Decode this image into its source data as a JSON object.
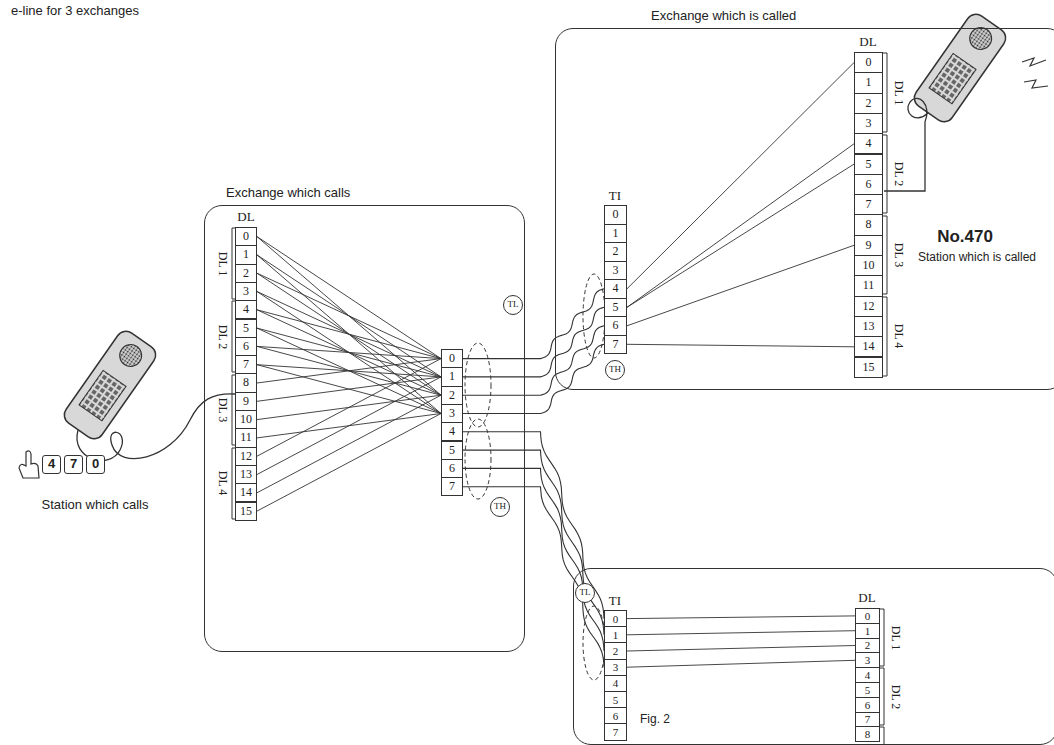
{
  "diagram": {
    "title": "e-line for 3 exchanges",
    "caption": "Fig. 2",
    "nodes": [
      {
        "text": [
          "Exchange which calls"
        ]
      },
      {
        "text": [
          "0"
        ],
        "in": 0
      },
      {
        "text": [
          "1"
        ],
        "in": 0
      },
      {
        "text": [
          "2"
        ],
        "in": 0
      },
      {
        "text": [
          "3"
        ],
        "in": 0
      },
      {
        "text": [
          "4"
        ],
        "in": 0
      },
      {
        "text": [
          "5"
        ],
        "in": 0
      },
      {
        "text": [
          "6"
        ],
        "in": 0
      },
      {
        "text": [
          "7"
        ],
        "in": 0
      },
      {
        "text": [
          "8"
        ],
        "in": 0
      },
      {
        "text": [
          "9"
        ],
        "in": 0
      },
      {
        "text": [
          "10"
        ],
        "in": 0
      },
      {
        "text": [
          "11"
        ],
        "in": 0
      },
      {
        "text": [
          "12"
        ],
        "in": 0
      },
      {
        "text": [
          "13"
        ],
        "in": 0
      },
      {
        "text": [
          "14"
        ],
        "in": 0
      },
      {
        "text": [
          "15"
        ],
        "in": 0
      },
      {
        "text": [
          "0"
        ],
        "in": 0
      },
      {
        "text": [
          "1"
        ],
        "in": 0
      },
      {
        "text": [
          "2"
        ],
        "in": 0
      },
      {
        "text": [
          "3"
        ],
        "in": 0
      },
      {
        "text": [
          "4"
        ],
        "in": 0
      },
      {
        "text": [
          "5"
        ],
        "in": 0
      },
      {
        "text": [
          "6"
        ],
        "in": 0
      },
      {
        "text": [
          "7"
        ],
        "in": 0
      },
      {
        "text": [
          "Exchange which is called"
        ]
      },
      {
        "text": [
          "0"
        ],
        "in": 25
      },
      {
        "text": [
          "1"
        ],
        "in": 25
      },
      {
        "text": [
          "2"
        ],
        "in": 25
      },
      {
        "text": [
          "3"
        ],
        "in": 25
      },
      {
        "text": [
          "4"
        ],
        "in": 25
      },
      {
        "text": [
          "5"
        ],
        "in": 25
      },
      {
        "text": [
          "6"
        ],
        "in": 25
      },
      {
        "text": [
          "7"
        ],
        "in": 25
      },
      {
        "text": [
          "0"
        ],
        "in": 25
      },
      {
        "text": [
          "1"
        ],
        "in": 25
      },
      {
        "text": [
          "2"
        ],
        "in": 25
      },
      {
        "text": [
          "3"
        ],
        "in": 25
      },
      {
        "text": [
          "4"
        ],
        "in": 25
      },
      {
        "text": [
          "5"
        ],
        "in": 25
      },
      {
        "text": [
          "6"
        ],
        "in": 25
      },
      {
        "text": [
          "7"
        ],
        "in": 25
      },
      {
        "text": [
          "8"
        ],
        "in": 25
      },
      {
        "text": [
          "9"
        ],
        "in": 25
      },
      {
        "text": [
          "10"
        ],
        "in": 25
      },
      {
        "text": [
          "11"
        ],
        "in": 25
      },
      {
        "text": [
          "12"
        ],
        "in": 25
      },
      {
        "text": [
          "13"
        ],
        "in": 25
      },
      {
        "text": [
          "14"
        ],
        "in": 25
      },
      {
        "text": [
          "15"
        ],
        "in": 25
      },
      {
        "text": []
      },
      {
        "text": [
          "0"
        ],
        "in": 50
      },
      {
        "text": [
          "1"
        ],
        "in": 50
      },
      {
        "text": [
          "2"
        ],
        "in": 50
      },
      {
        "text": [
          "3"
        ],
        "in": 50
      },
      {
        "text": [
          "4"
        ],
        "in": 50
      },
      {
        "text": [
          "5"
        ],
        "in": 50
      },
      {
        "text": [
          "6"
        ],
        "in": 50
      },
      {
        "text": [
          "7"
        ],
        "in": 50
      },
      {
        "text": [
          "0"
        ],
        "in": 50
      },
      {
        "text": [
          "1"
        ],
        "in": 50
      },
      {
        "text": [
          "2"
        ],
        "in": 50
      },
      {
        "text": [
          "3"
        ],
        "in": 50
      },
      {
        "text": [
          "4"
        ],
        "in": 50
      },
      {
        "text": [
          "5"
        ],
        "in": 50
      },
      {
        "text": [
          "6"
        ],
        "in": 50
      },
      {
        "text": [
          "7"
        ],
        "in": 50
      },
      {
        "text": [
          "8"
        ],
        "in": 50
      },
      {
        "text": [
          "4"
        ]
      },
      {
        "text": [
          "7"
        ]
      },
      {
        "text": [
          "0"
        ]
      },
      {
        "text": [
          "TL"
        ],
        "in": 0
      },
      {
        "text": [
          "TH"
        ],
        "in": 0
      },
      {
        "text": [
          "TH"
        ],
        "in": 25
      },
      {
        "text": [
          "TL"
        ],
        "in": 50
      }
    ],
    "edges": [
      {
        "from": 1,
        "to": 17,
        "arrow": "none"
      },
      {
        "from": 2,
        "to": 18,
        "arrow": "none"
      },
      {
        "from": 3,
        "to": 19,
        "arrow": "none"
      },
      {
        "from": 4,
        "to": 20,
        "arrow": "none"
      },
      {
        "from": 5,
        "to": 17,
        "arrow": "none"
      },
      {
        "from": 6,
        "to": 18,
        "arrow": "none"
      },
      {
        "from": 7,
        "to": 19,
        "arrow": "none"
      },
      {
        "from": 8,
        "to": 20,
        "arrow": "none"
      },
      {
        "from": 9,
        "to": 17,
        "arrow": "none"
      },
      {
        "from": 10,
        "to": 18,
        "arrow": "none"
      },
      {
        "from": 11,
        "to": 19,
        "arrow": "none"
      },
      {
        "from": 12,
        "to": 20,
        "arrow": "none"
      },
      {
        "from": 13,
        "to": 17,
        "arrow": "none"
      },
      {
        "from": 14,
        "to": 18,
        "arrow": "none"
      },
      {
        "from": 15,
        "to": 19,
        "arrow": "none"
      },
      {
        "from": 16,
        "to": 20,
        "arrow": "none"
      },
      {
        "from": 1,
        "to": 19,
        "arrow": "none"
      },
      {
        "from": 2,
        "to": 20,
        "arrow": "none"
      },
      {
        "from": 3,
        "to": 17,
        "arrow": "none"
      },
      {
        "from": 4,
        "to": 18,
        "arrow": "none"
      },
      {
        "from": 5,
        "to": 19,
        "arrow": "none"
      },
      {
        "from": 6,
        "to": 20,
        "arrow": "none"
      },
      {
        "from": 7,
        "to": 17,
        "arrow": "none"
      },
      {
        "from": 8,
        "to": 18,
        "arrow": "none"
      },
      {
        "from": 17,
        "to": 30,
        "arrow": "none"
      },
      {
        "from": 18,
        "to": 31,
        "arrow": "none"
      },
      {
        "from": 19,
        "to": 32,
        "arrow": "none"
      },
      {
        "from": 20,
        "to": 33,
        "arrow": "none"
      },
      {
        "from": 21,
        "to": 51,
        "arrow": "none"
      },
      {
        "from": 22,
        "to": 52,
        "arrow": "none"
      },
      {
        "from": 23,
        "to": 53,
        "arrow": "none"
      },
      {
        "from": 24,
        "to": 54,
        "arrow": "none"
      },
      {
        "from": 30,
        "to": 34,
        "arrow": "none"
      },
      {
        "from": 31,
        "to": 38,
        "arrow": "none"
      },
      {
        "from": 31,
        "to": 39,
        "arrow": "none"
      },
      {
        "from": 32,
        "to": 43,
        "arrow": "none"
      },
      {
        "from": 33,
        "to": 48,
        "arrow": "none"
      },
      {
        "from": 51,
        "to": 59,
        "arrow": "none"
      },
      {
        "from": 52,
        "to": 60,
        "arrow": "none"
      },
      {
        "from": 53,
        "to": 61,
        "arrow": "none"
      },
      {
        "from": 54,
        "to": 62,
        "arrow": "none"
      }
    ],
    "labels": [
      "DL",
      "DL 1",
      "DL 2",
      "DL 3",
      "DL 4",
      "TI",
      "DL",
      "DL 1",
      "DL 2",
      "DL 3",
      "DL 4",
      "No.470",
      "Station which is called",
      "TI",
      "DL",
      "DL 1",
      "DL 2",
      "Station which calls"
    ]
  }
}
